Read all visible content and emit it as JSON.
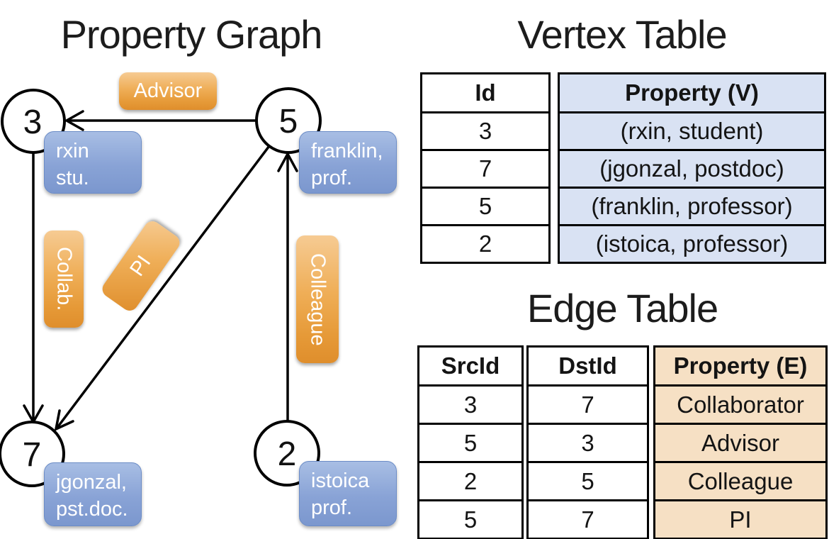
{
  "graph": {
    "title": "Property Graph",
    "nodes": {
      "n3": "3",
      "n5": "5",
      "n7": "7",
      "n2": "2"
    },
    "node_properties": {
      "rxin": {
        "line1": "rxin",
        "line2": "stu."
      },
      "franklin": {
        "line1": "franklin,",
        "line2": "prof."
      },
      "jgonzal": {
        "line1": "jgonzal,",
        "line2": "pst.doc."
      },
      "istoica": {
        "line1": "istoica",
        "line2": "prof."
      }
    },
    "edge_labels": {
      "advisor": "Advisor",
      "collab": "Collab.",
      "pi": "PI",
      "colleague": "Colleague"
    }
  },
  "vertex_table": {
    "title": "Vertex Table",
    "headers": {
      "id": "Id",
      "property": "Property (V)"
    },
    "rows": [
      {
        "id": "3",
        "property": "(rxin, student)"
      },
      {
        "id": "7",
        "property": "(jgonzal, postdoc)"
      },
      {
        "id": "5",
        "property": "(franklin, professor)"
      },
      {
        "id": "2",
        "property": "(istoica, professor)"
      }
    ]
  },
  "edge_table": {
    "title": "Edge Table",
    "headers": {
      "src": "SrcId",
      "dst": "DstId",
      "property": "Property (E)"
    },
    "rows": [
      {
        "src": "3",
        "dst": "7",
        "property": "Collaborator"
      },
      {
        "src": "5",
        "dst": "3",
        "property": "Advisor"
      },
      {
        "src": "2",
        "dst": "5",
        "property": "Colleague"
      },
      {
        "src": "5",
        "dst": "7",
        "property": "PI"
      }
    ]
  },
  "colors": {
    "edge_label_orange": "#eca64e",
    "vertex_label_blue": "#89a3d6",
    "vertex_table_fill": "#d9e2f3",
    "edge_table_fill": "#f6e0c4",
    "line_black": "#000000"
  }
}
